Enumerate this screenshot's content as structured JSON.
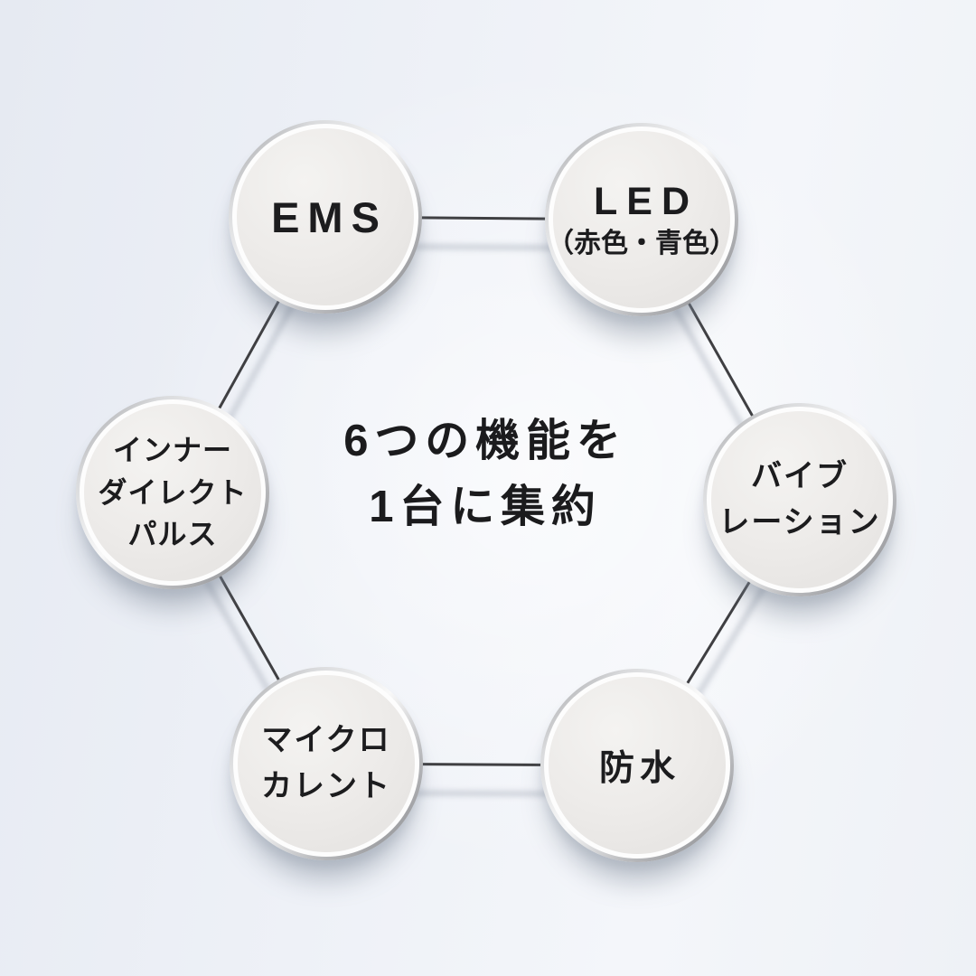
{
  "title": {
    "line1": "6つの機能を",
    "line2": "1台に集約"
  },
  "nodes": [
    {
      "id": "ems",
      "lines": [
        "EMS"
      ]
    },
    {
      "id": "led",
      "lines": [
        "LED",
        "（赤色・青色）"
      ]
    },
    {
      "id": "vibration",
      "lines": [
        "バイブ",
        "レーション"
      ]
    },
    {
      "id": "waterproof",
      "lines": [
        "防水"
      ]
    },
    {
      "id": "microcurrent",
      "lines": [
        "マイクロ",
        "カレント"
      ]
    },
    {
      "id": "inner-direct-pulse",
      "lines": [
        "インナー",
        "ダイレクト",
        "パルス"
      ]
    }
  ],
  "connections": [
    [
      "ems",
      "led"
    ],
    [
      "led",
      "vibration"
    ],
    [
      "vibration",
      "waterproof"
    ],
    [
      "waterproof",
      "microcurrent"
    ],
    [
      "microcurrent",
      "inner-direct-pulse"
    ],
    [
      "inner-direct-pulse",
      "ems"
    ]
  ],
  "colors": {
    "text": "#1c1c1e",
    "connector_line": "#3f3f42",
    "connector_shadow": "#b6bcc6",
    "background_light": "#f5f7fa",
    "background_dark": "#e6eaf2",
    "ring_metal": "#9a9b9e",
    "disc_fill": "#edebe9"
  }
}
